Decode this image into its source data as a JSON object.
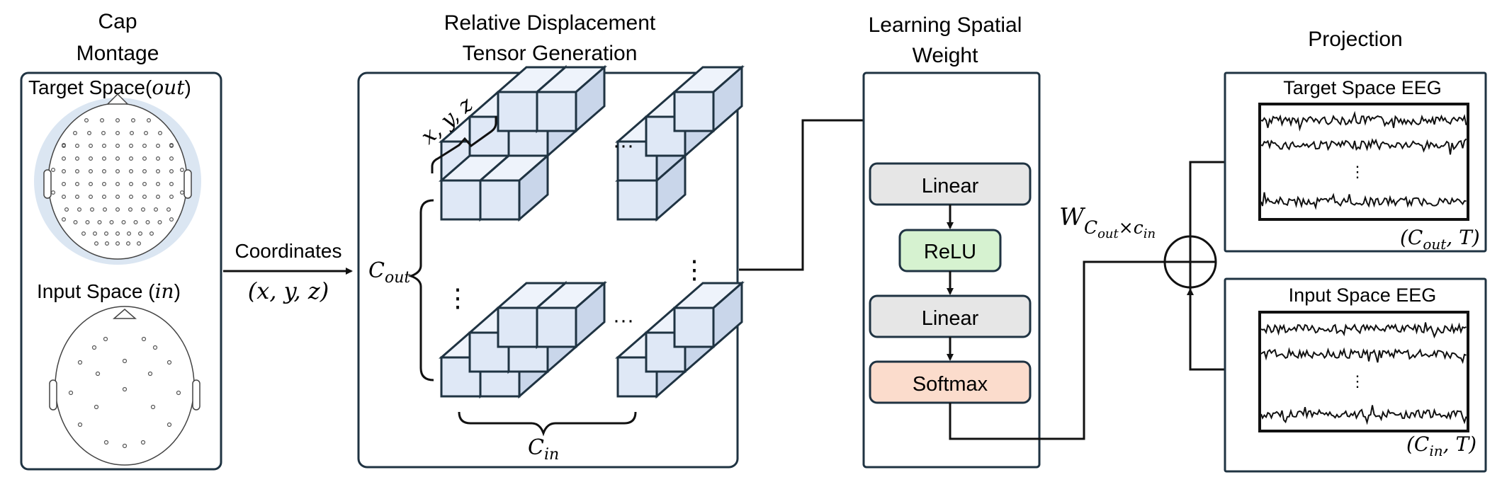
{
  "cap": {
    "title_line1": "Cap",
    "title_line2": "Montage",
    "target_label": "Target Space(",
    "target_var": "out",
    "input_label": "Input Space (",
    "input_var": "in",
    "close_paren": ")"
  },
  "arrow1": {
    "label": "Coordinates",
    "coords": "(x, y, z)"
  },
  "tensor": {
    "title_line1": "Relative Displacement",
    "title_line2": "Tensor Generation",
    "xyz_label": "x, y, z",
    "c_out": "C",
    "c_out_sub": "out",
    "c_in": "C",
    "c_in_sub": "in",
    "ellipsis_h": "···",
    "ellipsis_v": "⋮"
  },
  "mlp": {
    "title_line1": "Learning Spatial",
    "title_line2": "Weight",
    "linear1": "Linear",
    "relu": "ReLU",
    "linear2": "Linear",
    "softmax": "Softmax"
  },
  "weight_label": {
    "main": "W",
    "sub": "C",
    "sub_out": "out",
    "times": "×",
    "sub_in": "c",
    "sub_in2": "in"
  },
  "projection": {
    "title": "Projection",
    "target_eeg": "Target Space EEG",
    "target_shape_open": "(C",
    "target_shape_sub": "out",
    "target_shape_close": ", T)",
    "input_eeg": "Input Space EEG",
    "input_shape_open": "(C",
    "input_shape_sub": "in",
    "input_shape_close": ", T)",
    "dots": "⋮"
  },
  "colors": {
    "box_border": "#1f3342",
    "linear_fill": "#e6e6e6",
    "relu_fill": "#d6f2d0",
    "softmax_fill": "#fbdccc",
    "cube_fill": "#e3ebf7",
    "head_bg": "#dde8f3"
  },
  "icons": [
    "head-outline-icon",
    "cube-grid-icon",
    "sum-circle-icon",
    "eeg-wave-icon"
  ]
}
